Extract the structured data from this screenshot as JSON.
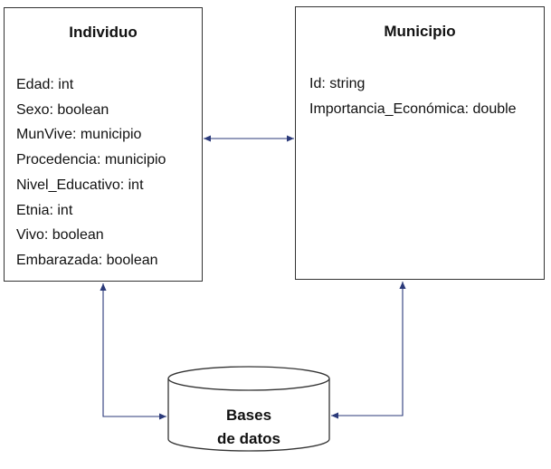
{
  "individuo": {
    "title": "Individuo",
    "attributes": [
      "Edad: int",
      "Sexo: boolean",
      "MunVive: municipio",
      "Procedencia: municipio",
      "Nivel_Educativo: int",
      "Etnia: int",
      "Vivo: boolean",
      "Embarazada: boolean"
    ]
  },
  "municipio": {
    "title": "Municipio",
    "attributes": [
      "Id: string",
      "Importancia_Económica: double"
    ]
  },
  "database": {
    "line1": "Bases",
    "line2": "de datos"
  },
  "colors": {
    "arrow": "#2b3a7a",
    "border": "#333333"
  }
}
